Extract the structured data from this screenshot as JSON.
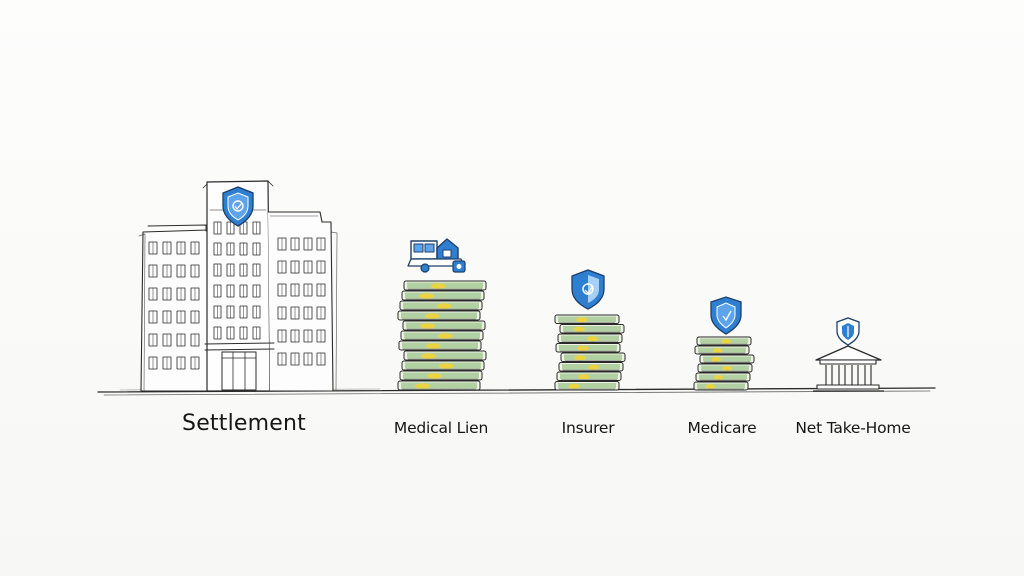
{
  "labels": {
    "settlement": "Settlement",
    "medical_lien": "Medical Lien",
    "insurer": "Insurer",
    "medicare": "Medicare",
    "net_take_home": "Net Take-Home"
  },
  "icons": {
    "settlement": "shield-icon",
    "medical_lien": "ambulance-and-house-icon",
    "insurer": "shield-icon",
    "medicare": "shield-icon",
    "net_take_home": "shield-icon"
  },
  "colors": {
    "ink": "#2a2a2a",
    "shield_blue": "#2f7fd1",
    "money_green": "#7fb56b",
    "money_yellow": "#f1d43a"
  }
}
